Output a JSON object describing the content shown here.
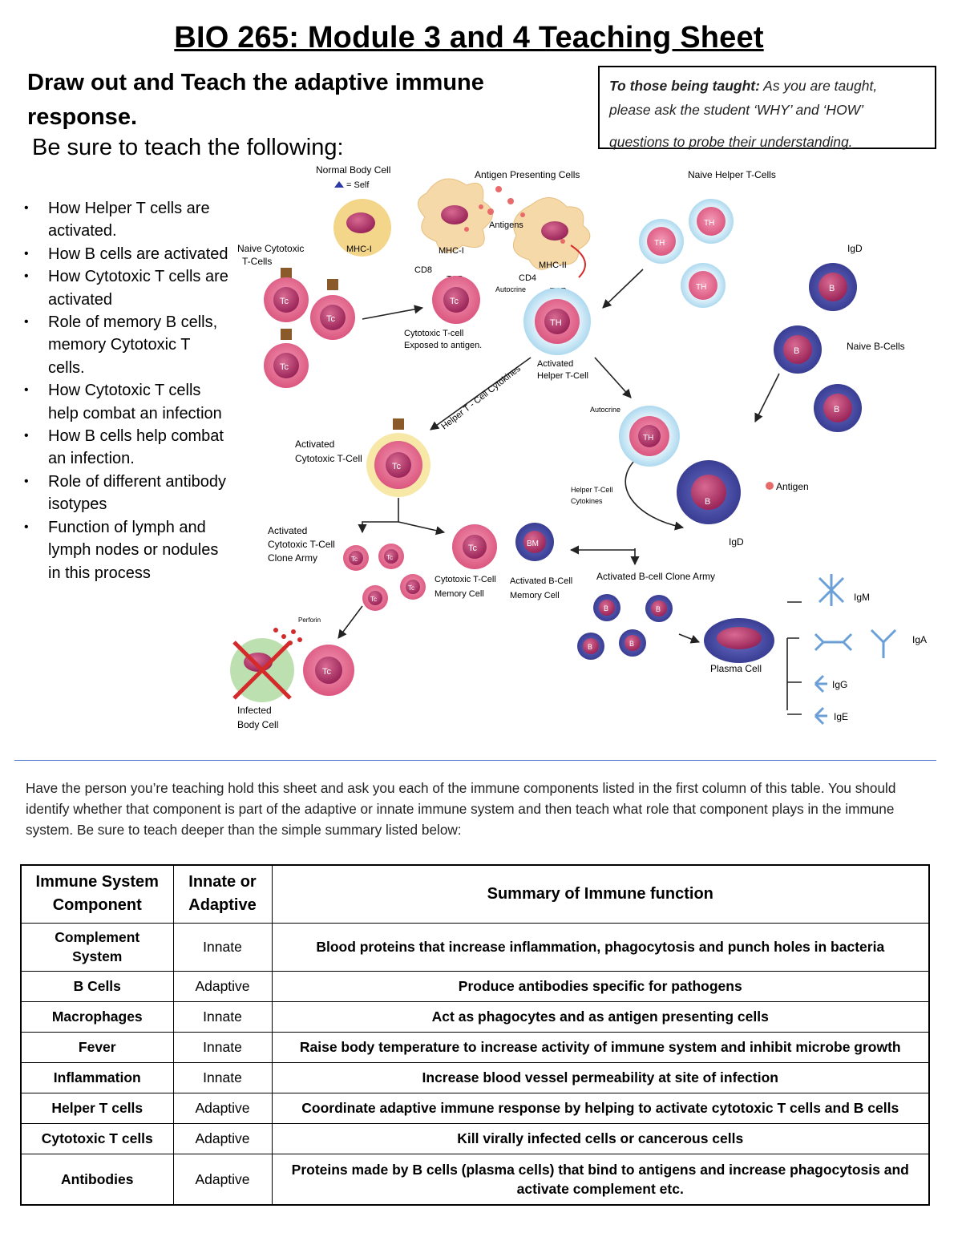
{
  "title": "BIO 265: Module 3 and 4 Teaching Sheet",
  "instructions": {
    "heading": "Draw out and Teach the adaptive immune response.",
    "subheading": "Be sure to teach the following:"
  },
  "note": {
    "lead": "To those being taught:",
    "line1_rest": " As you are taught,",
    "line2": "please ask the student ‘WHY’ and ‘HOW’",
    "line3": "questions to probe their understanding."
  },
  "bullets": [
    "How Helper T cells are activated.",
    "How B cells are activated",
    "How Cytotoxic T cells are activated",
    "Role of memory B cells, memory Cytotoxic T cells.",
    "How Cytotoxic T cells help combat an infection",
    "How B cells help combat an infection.",
    "Role of different antibody isotypes",
    "Function of lymph and lymph nodes or nodules in this process"
  ],
  "diagram": {
    "labels": {
      "normal_body_cell": "Normal Body Cell",
      "self": "= Self",
      "mhc1": "MHC-I",
      "apc": "Antigen Presenting Cells",
      "antigens": "Antigens",
      "naive_helper": "Naive Helper T-Cells",
      "naive_cytotoxic_1": "Naive Cytotoxic",
      "naive_cytotoxic_2": "T-Cells",
      "cd8": "CD8",
      "cd4": "CD4",
      "mhc2": "MHC-II",
      "tcr": "TCR",
      "autocrine": "Autocrine",
      "exposed_1": "Cytotoxic T-cell",
      "exposed_2": "Exposed to antigen.",
      "activated_helper_1": "Activated",
      "activated_helper_2": "Helper T-Cell",
      "cytokines_arrow": "Helper T - Cell Cytokines",
      "igd": "IgD",
      "naive_b": "Naive B-Cells",
      "activated_cyto_1": "Activated",
      "activated_cyto_2": "Cytotoxic T-Cell",
      "clone_army_1": "Activated",
      "clone_army_2": "Cytotoxic T-Cell",
      "clone_army_3": "Clone Army",
      "helper_cytokines_1": "Helper T-Cell",
      "helper_cytokines_2": "Cytokines",
      "antigen": "Antigen",
      "cyto_memory_1": "Cytotoxic T-Cell",
      "cyto_memory_2": "Memory Cell",
      "b_memory_1": "Activated B-Cell",
      "b_memory_2": "Memory Cell",
      "b_clone_army": "Activated B-cell Clone Army",
      "plasma_cell": "Plasma Cell",
      "igm": "IgM",
      "iga": "IgA",
      "igg": "IgG",
      "ige": "IgE",
      "infected_1": "Infected",
      "infected_2": "Body Cell",
      "perforin": "Perforin",
      "tc": "Tc",
      "th": "TH",
      "b": "B",
      "bm": "BM"
    },
    "colors": {
      "tcell_body": "#d9507a",
      "tcell_nucleus": "#a8285a",
      "helper_halo": "#bfe3f3",
      "bcell_outer": "#3b3f9e",
      "bcell_nucleus": "#a8285a",
      "apc_body": "#f6d9a8",
      "receptor": "#8a5a2b"
    }
  },
  "paragraph": "Have the person you’re teaching hold this sheet and ask you each of the immune components listed in the first column of this table. You should identify whether that component is part of the adaptive or innate immune system and then teach what role that component plays in the immune system. Be sure to teach deeper than the simple summary listed below:",
  "table": {
    "headers": [
      "Immune System Component",
      "Innate or Adaptive",
      "Summary of Immune function"
    ],
    "rows": [
      {
        "component": "Complement System",
        "type": "Innate",
        "summary": "Blood proteins that increase inflammation, phagocytosis and punch holes in bacteria"
      },
      {
        "component": "B Cells",
        "type": "Adaptive",
        "summary": "Produce antibodies specific for pathogens"
      },
      {
        "component": "Macrophages",
        "type": "Innate",
        "summary": "Act as phagocytes and as antigen presenting cells"
      },
      {
        "component": "Fever",
        "type": "Innate",
        "summary": "Raise body temperature to increase activity of immune system and inhibit microbe growth"
      },
      {
        "component": "Inflammation",
        "type": "Innate",
        "summary": "Increase blood vessel permeability at site of infection"
      },
      {
        "component": "Helper T cells",
        "type": "Adaptive",
        "summary": "Coordinate adaptive immune response by helping to activate cytotoxic T cells and B cells"
      },
      {
        "component": "Cytotoxic T cells",
        "type": "Adaptive",
        "summary": "Kill virally infected cells or cancerous cells"
      },
      {
        "component": "Antibodies",
        "type": "Adaptive",
        "summary": "Proteins made by B cells (plasma cells) that bind to antigens and increase phagocytosis and activate complement etc."
      }
    ]
  }
}
